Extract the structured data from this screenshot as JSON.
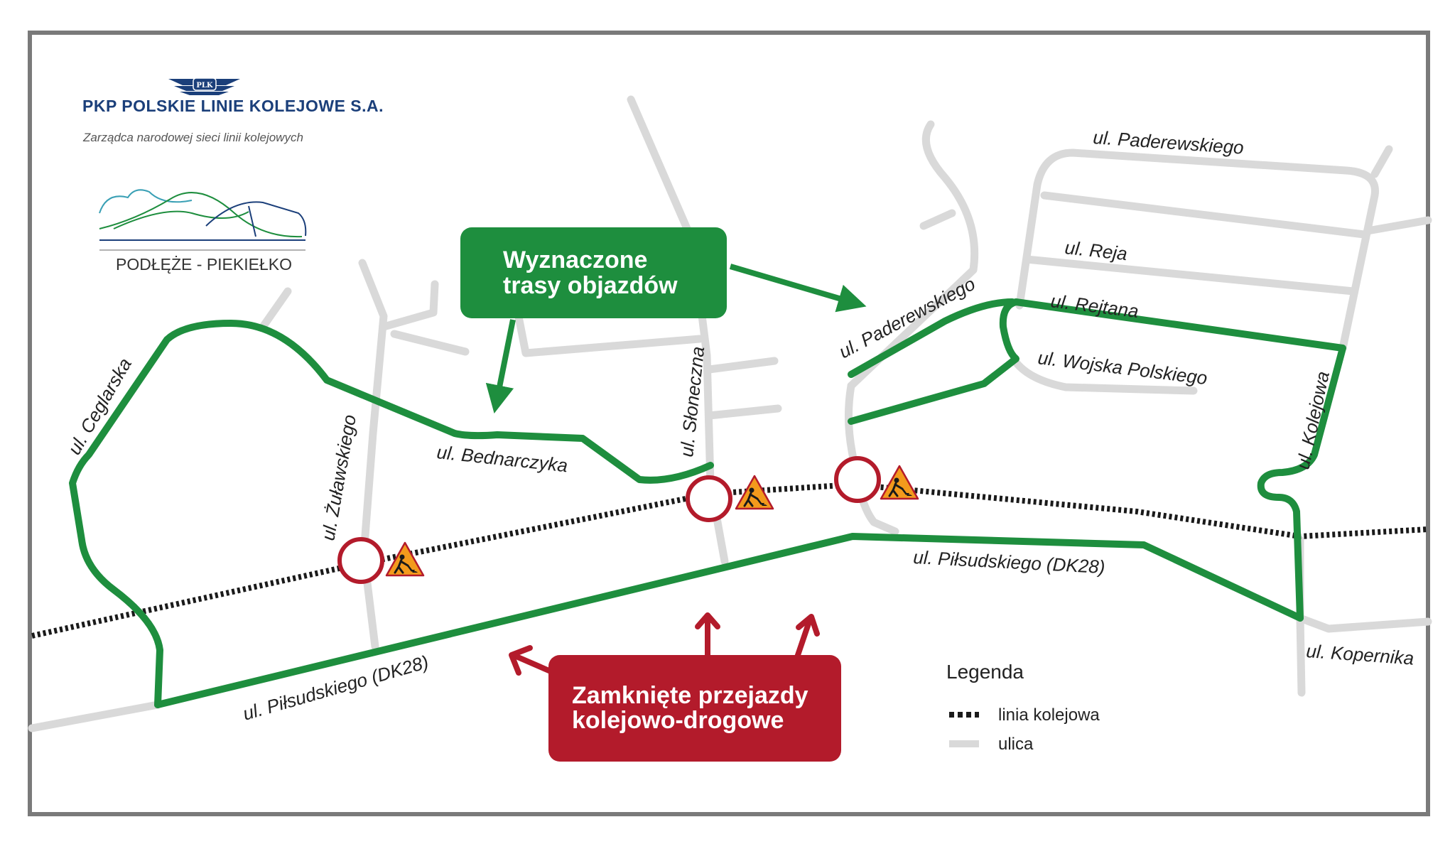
{
  "colors": {
    "detour_green": "#1e8e3e",
    "closure_red": "#b31b2b",
    "street_gray": "#d9d9d9",
    "rail_black": "#1a1a1a",
    "warning_orange": "#f39a1c",
    "frame_gray": "#7a7a7a",
    "logo_blue": "#1b3f7a"
  },
  "logo": {
    "badge": "PLK",
    "title": "PKP POLSKIE LINIE KOLEJOWE S.A.",
    "subtitle": "Zarządca narodowej sieci linii kolejowych",
    "area_name": "PODŁĘŻE - PIEKIEŁKO"
  },
  "callouts": {
    "detour": {
      "line1": "Wyznaczone",
      "line2": "trasy objazdów"
    },
    "closed": {
      "line1": "Zamknięte przejazdy",
      "line2": "kolejowo-drogowe"
    }
  },
  "streets": {
    "ceglarska": "ul. Ceglarska",
    "zulawskiego": "ul. Żuławskiego",
    "bednarczyka": "ul. Bednarczyka",
    "sloneczna": "ul. Słoneczna",
    "paderewskiego_top": "ul. Paderewskiego",
    "paderewskiego_mid": "ul. Paderewskiego",
    "reja": "ul. Reja",
    "rejtana": "ul. Rejtana",
    "wojska_polskiego": "ul. Wojska Polskiego",
    "kolejowa": "ul. Kolejowa",
    "pilsudskiego_left": "ul. Piłsudskiego (DK28)",
    "pilsudskiego_right": "ul. Piłsudskiego (DK28)",
    "kopernika": "ul. Kopernika"
  },
  "markers": {
    "closed_crossings": [
      "zulawskiego-crossing",
      "sloneczna-crossing",
      "paderewskiego-crossing"
    ],
    "icon": "road-works-icon"
  },
  "legend": {
    "title": "Legenda",
    "items": [
      {
        "icon": "railway-line-icon",
        "label": "linia kolejowa"
      },
      {
        "icon": "street-icon",
        "label": "ulica"
      }
    ]
  }
}
